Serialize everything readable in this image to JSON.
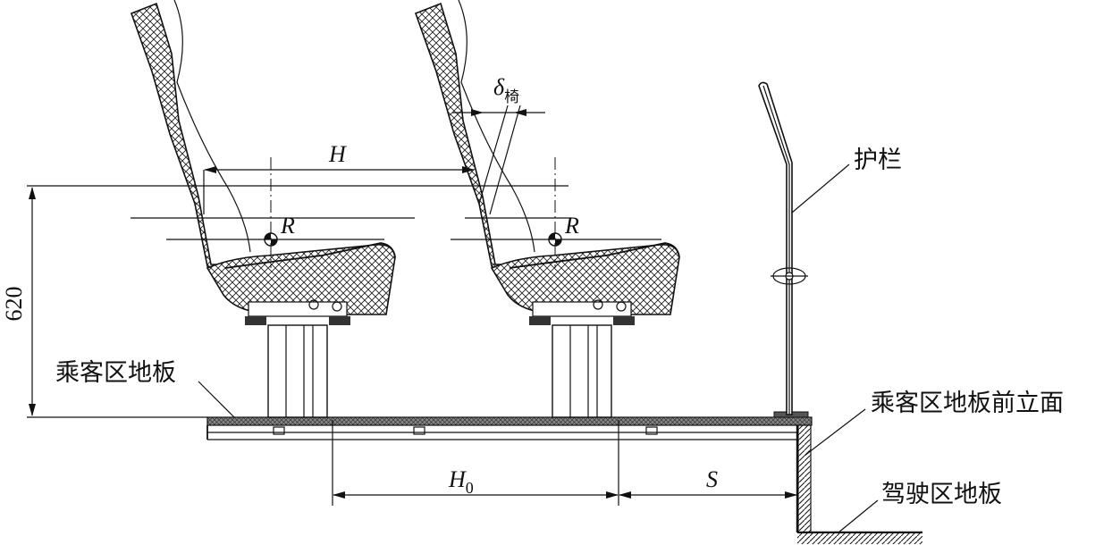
{
  "labels": {
    "guardrail": "护栏",
    "passenger_floor": "乘客区地板",
    "passenger_floor_front_face": "乘客区地板前立面",
    "driver_floor": "驾驶区地板",
    "height_620": "620",
    "dim_H": "H",
    "dim_H0_main": "H",
    "dim_H0_sub": "0",
    "dim_S": "S",
    "delta_main": "δ",
    "delta_sub": "椅",
    "point_R_1": "R",
    "point_R_2": "R"
  }
}
